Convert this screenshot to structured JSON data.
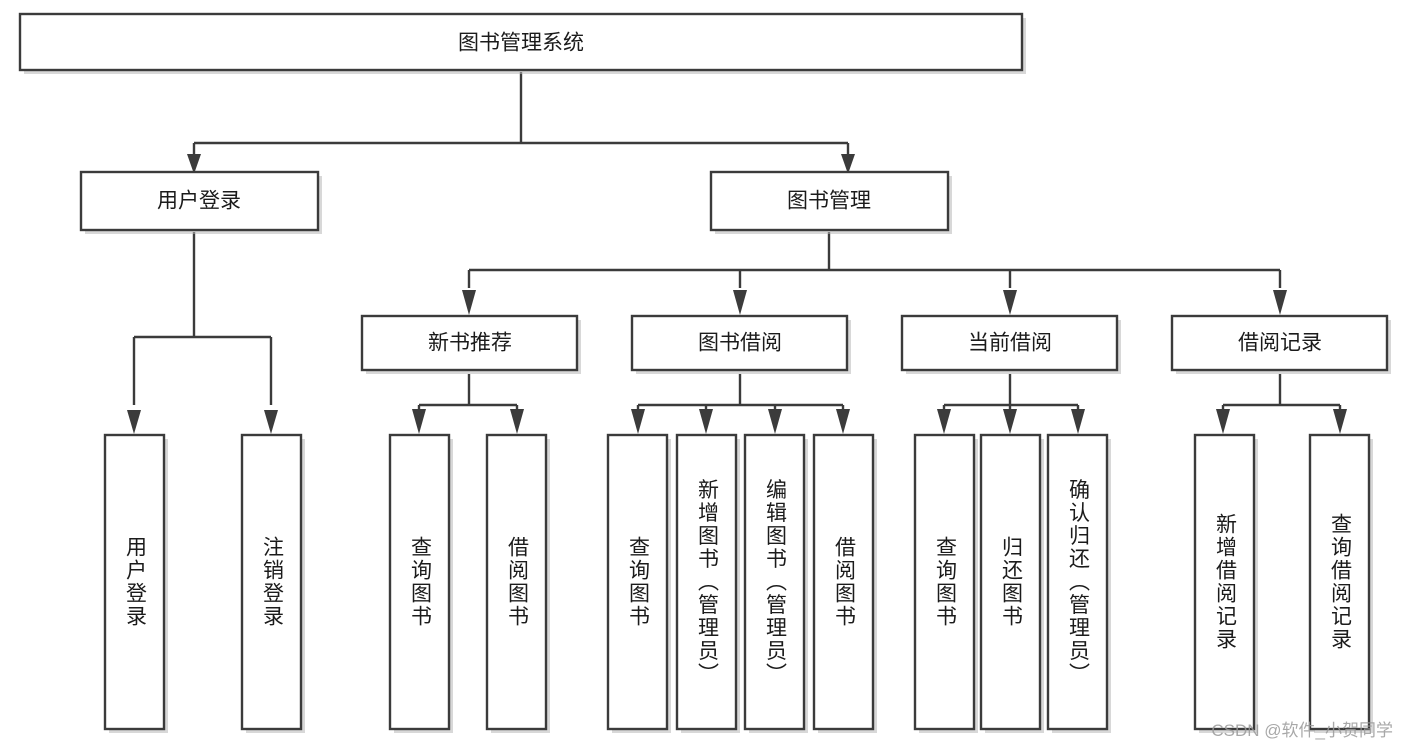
{
  "diagram": {
    "title": "图书管理系统",
    "watermark": "CSDN @软件_小贺同学",
    "colors": {
      "box_stroke": "#3b3b3b",
      "box_fill": "#ffffff",
      "text": "#1b1b1b",
      "connector": "#3b3b3b",
      "watermark": "#9a9a9a",
      "background": "#ffffff"
    }
  },
  "chart_data": {
    "type": "tree-diagram",
    "title": "图书管理系统",
    "orientation": "top-down",
    "levels": 4,
    "nodes": [
      {
        "id": "root",
        "label": "图书管理系统",
        "level": 0,
        "orient": "horizontal",
        "parent": null
      },
      {
        "id": "login",
        "label": "用户登录",
        "level": 1,
        "orient": "horizontal",
        "parent": "root"
      },
      {
        "id": "bookmgmt",
        "label": "图书管理",
        "level": 1,
        "orient": "horizontal",
        "parent": "root"
      },
      {
        "id": "login-user",
        "label": "用户登录",
        "level": 2,
        "orient": "vertical",
        "parent": "login"
      },
      {
        "id": "login-logout",
        "label": "注销登录",
        "level": 2,
        "orient": "vertical",
        "parent": "login"
      },
      {
        "id": "newbook",
        "label": "新书推荐",
        "level": 2,
        "orient": "horizontal",
        "parent": "bookmgmt"
      },
      {
        "id": "borrow",
        "label": "图书借阅",
        "level": 2,
        "orient": "horizontal",
        "parent": "bookmgmt"
      },
      {
        "id": "current",
        "label": "当前借阅",
        "level": 2,
        "orient": "horizontal",
        "parent": "bookmgmt"
      },
      {
        "id": "records",
        "label": "借阅记录",
        "level": 2,
        "orient": "horizontal",
        "parent": "bookmgmt"
      },
      {
        "id": "newbook-query",
        "label": "查询图书",
        "level": 3,
        "orient": "vertical",
        "parent": "newbook"
      },
      {
        "id": "newbook-borrow",
        "label": "借阅图书",
        "level": 3,
        "orient": "vertical",
        "parent": "newbook"
      },
      {
        "id": "borrow-query",
        "label": "查询图书",
        "level": 3,
        "orient": "vertical",
        "parent": "borrow"
      },
      {
        "id": "borrow-add",
        "label": "新增图书（管理员）",
        "level": 3,
        "orient": "vertical",
        "parent": "borrow"
      },
      {
        "id": "borrow-edit",
        "label": "编辑图书（管理员）",
        "level": 3,
        "orient": "vertical",
        "parent": "borrow"
      },
      {
        "id": "borrow-lend",
        "label": "借阅图书",
        "level": 3,
        "orient": "vertical",
        "parent": "borrow"
      },
      {
        "id": "current-query",
        "label": "查询图书",
        "level": 3,
        "orient": "vertical",
        "parent": "current"
      },
      {
        "id": "current-return",
        "label": "归还图书",
        "level": 3,
        "orient": "vertical",
        "parent": "current"
      },
      {
        "id": "current-confirm",
        "label": "确认归还（管理员）",
        "level": 3,
        "orient": "vertical",
        "parent": "current"
      },
      {
        "id": "records-add",
        "label": "新增借阅记录",
        "level": 3,
        "orient": "vertical",
        "parent": "records"
      },
      {
        "id": "records-query",
        "label": "查询借阅记录",
        "level": 3,
        "orient": "vertical",
        "parent": "records"
      }
    ],
    "edges": [
      {
        "from": "root",
        "to": "login"
      },
      {
        "from": "root",
        "to": "bookmgmt"
      },
      {
        "from": "login",
        "to": "login-user"
      },
      {
        "from": "login",
        "to": "login-logout"
      },
      {
        "from": "bookmgmt",
        "to": "newbook"
      },
      {
        "from": "bookmgmt",
        "to": "borrow"
      },
      {
        "from": "bookmgmt",
        "to": "current"
      },
      {
        "from": "bookmgmt",
        "to": "records"
      },
      {
        "from": "newbook",
        "to": "newbook-query"
      },
      {
        "from": "newbook",
        "to": "newbook-borrow"
      },
      {
        "from": "borrow",
        "to": "borrow-query"
      },
      {
        "from": "borrow",
        "to": "borrow-add"
      },
      {
        "from": "borrow",
        "to": "borrow-edit"
      },
      {
        "from": "borrow",
        "to": "borrow-lend"
      },
      {
        "from": "current",
        "to": "current-query"
      },
      {
        "from": "current",
        "to": "current-return"
      },
      {
        "from": "current",
        "to": "current-confirm"
      },
      {
        "from": "records",
        "to": "records-add"
      },
      {
        "from": "records",
        "to": "records-query"
      }
    ]
  }
}
